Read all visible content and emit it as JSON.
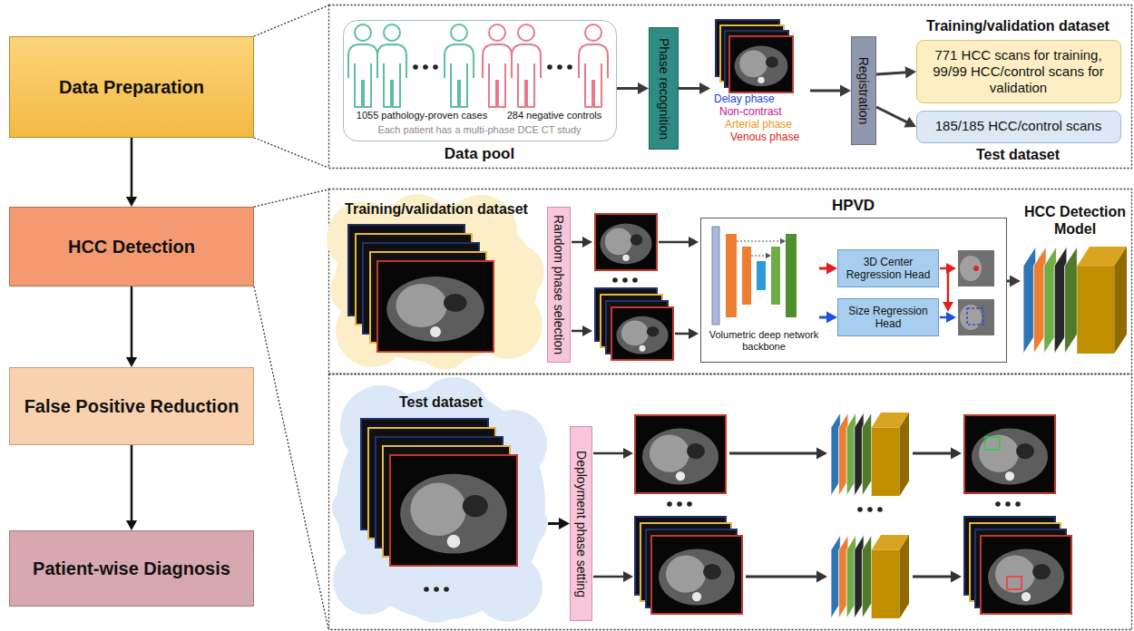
{
  "diagram": {
    "nodes": [
      {
        "text": [
          "Data Preparation"
        ]
      },
      {
        "text": [
          "HCC Detection"
        ]
      },
      {
        "text": [
          "False Positive Reduction"
        ]
      },
      {
        "text": [
          "Patient-wise Diagnosis"
        ]
      },
      {
        "text": [
          "1055 pathology-proven cases",
          "284 negative controls",
          "Each patient has a multi-phase DCE CT study",
          "Data pool"
        ]
      },
      {
        "text": [
          "Phase recognition"
        ]
      },
      {
        "text": [
          "Delay phase",
          "Non-contrast",
          "Arterial phase",
          "Venous phase"
        ]
      },
      {
        "text": [
          "Registration"
        ]
      },
      {
        "text": [
          "Training/validation dataset",
          "771 HCC scans for training, 99/99 HCC/control scans for validation"
        ]
      },
      {
        "text": [
          "185/185 HCC/control scans",
          "Test dataset"
        ]
      },
      {
        "text": [
          "Training/validation dataset"
        ]
      },
      {
        "text": [
          "Random phase selection"
        ]
      },
      {
        "text": [
          "HPVD"
        ]
      },
      {
        "text": [
          "Volumetric deep network backbone"
        ],
        "in": 12
      },
      {
        "text": [
          "3D Center Regression Head"
        ],
        "in": 12
      },
      {
        "text": [
          "Size Regression Head"
        ],
        "in": 12
      },
      {
        "text": [
          "HCC Detection Model"
        ]
      },
      {
        "text": [
          "Test dataset"
        ]
      },
      {
        "text": [
          "Deployment phase setting"
        ]
      }
    ],
    "edges": [
      {
        "from": 0,
        "to": 1,
        "arrow": "to"
      },
      {
        "from": 1,
        "to": 2,
        "arrow": "to"
      },
      {
        "from": 2,
        "to": 3,
        "arrow": "to"
      },
      {
        "from": 4,
        "to": 5,
        "arrow": "to"
      },
      {
        "from": 5,
        "to": 6,
        "arrow": "to"
      },
      {
        "from": 6,
        "to": 7,
        "arrow": "to"
      },
      {
        "from": 7,
        "to": 8,
        "arrow": "to"
      },
      {
        "from": 7,
        "to": 9,
        "arrow": "to"
      },
      {
        "from": 13,
        "to": 14,
        "arrow": "to"
      },
      {
        "from": 13,
        "to": 15,
        "arrow": "to"
      },
      {
        "from": 12,
        "to": 16,
        "arrow": "to"
      },
      {
        "from": 17,
        "to": 18,
        "arrow": "to"
      }
    ]
  }
}
